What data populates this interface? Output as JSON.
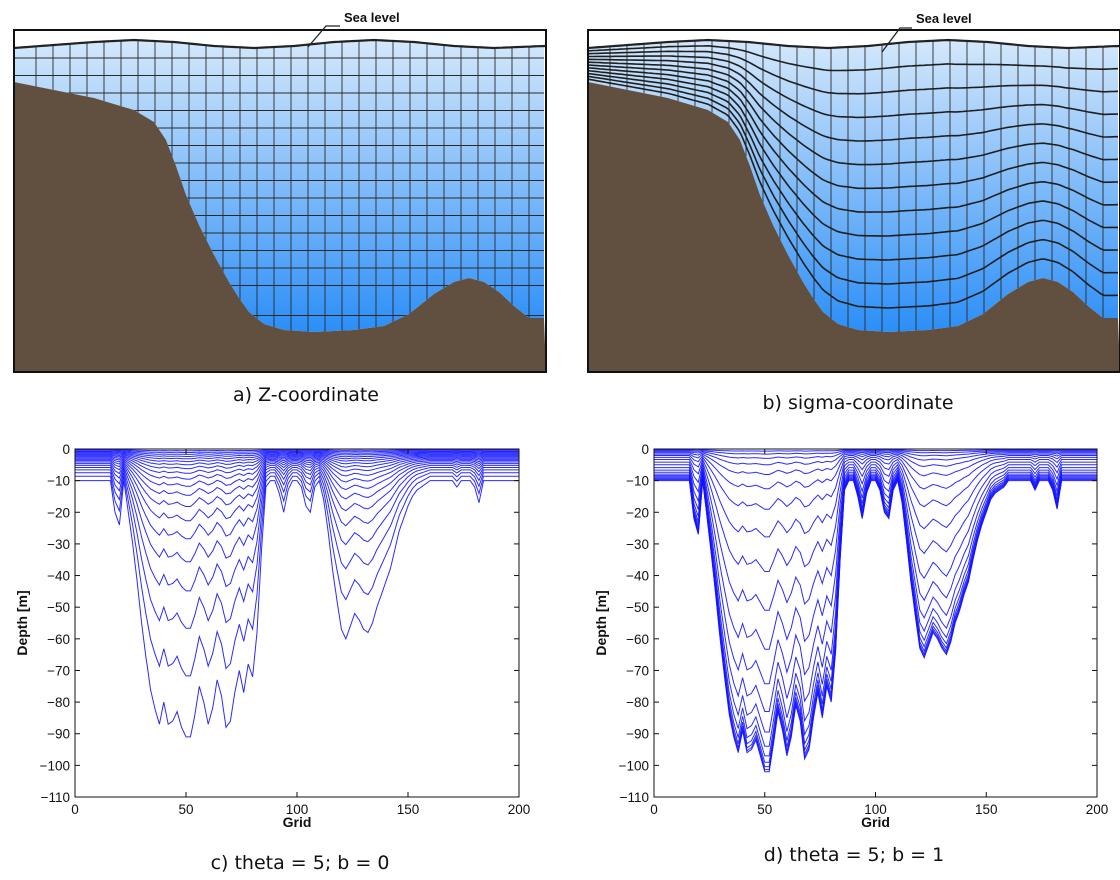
{
  "panels": {
    "a": {
      "caption": "a) Z-coordinate",
      "sea_label": "Sea level",
      "colors": {
        "ocean_top": "#d4e8fb",
        "ocean_bottom": "#2b8ef7",
        "seabed": "#61503f",
        "grid": "#2a2a2a"
      }
    },
    "b": {
      "caption": "b) sigma-coordinate",
      "sea_label": "Sea level",
      "colors": {
        "ocean_top": "#d4e8fb",
        "ocean_bottom": "#2b8ef7",
        "seabed": "#61503f",
        "grid": "#2a2a2a"
      }
    },
    "c": {
      "caption": "c) theta = 5; b = 0"
    },
    "d": {
      "caption": "d) theta = 5; b = 1"
    }
  },
  "chart_data": [
    {
      "type": "line",
      "panel": "c",
      "title": "",
      "xlabel": "Grid",
      "ylabel": "Depth [m]",
      "xlim": [
        0,
        200
      ],
      "ylim": [
        -110,
        0
      ],
      "xticks": [
        0,
        50,
        100,
        150,
        200
      ],
      "yticks": [
        0,
        -10,
        -20,
        -30,
        -40,
        -50,
        -60,
        -70,
        -80,
        -90,
        -100,
        -110
      ],
      "theta": 5,
      "b": 0,
      "n_levels": 20,
      "line_color": "#1414ff",
      "bathymetry": {
        "x": [
          0,
          16,
          18,
          20,
          22,
          24,
          26,
          28,
          30,
          32,
          34,
          36,
          38,
          40,
          42,
          44,
          46,
          48,
          50,
          52,
          54,
          56,
          58,
          60,
          62,
          64,
          66,
          68,
          70,
          72,
          74,
          76,
          78,
          80,
          82,
          84,
          86,
          88,
          90,
          92,
          94,
          96,
          98,
          100,
          102,
          104,
          106,
          108,
          110,
          112,
          114,
          116,
          118,
          120,
          122,
          124,
          126,
          128,
          130,
          132,
          134,
          136,
          138,
          140,
          142,
          144,
          146,
          148,
          150,
          152,
          154,
          156,
          158,
          160,
          162,
          164,
          166,
          168,
          170,
          172,
          174,
          176,
          178,
          180,
          182,
          184,
          200
        ],
        "depth": [
          -10,
          -10,
          -20,
          -24,
          -10,
          -20,
          -30,
          -42,
          -55,
          -66,
          -76,
          -82,
          -87,
          -80,
          -87,
          -86,
          -83,
          -88,
          -91,
          -91,
          -84,
          -75,
          -80,
          -87,
          -82,
          -73,
          -78,
          -88,
          -86,
          -77,
          -70,
          -77,
          -68,
          -72,
          -58,
          -32,
          -12,
          -10,
          -10,
          -14,
          -20,
          -13,
          -10,
          -10,
          -12,
          -18,
          -20,
          -12,
          -10,
          -16,
          -26,
          -38,
          -48,
          -57,
          -60,
          -56,
          -52,
          -54,
          -57,
          -58,
          -55,
          -50,
          -46,
          -42,
          -38,
          -32,
          -26,
          -22,
          -18,
          -15,
          -13,
          -12,
          -11,
          -10,
          -10,
          -10,
          -10,
          -10,
          -10,
          -12,
          -10,
          -10,
          -10,
          -12,
          -17,
          -10,
          -10
        ]
      }
    },
    {
      "type": "line",
      "panel": "d",
      "title": "",
      "xlabel": "Grid",
      "ylabel": "Depth [m]",
      "xlim": [
        0,
        200
      ],
      "ylim": [
        -110,
        0
      ],
      "xticks": [
        0,
        50,
        100,
        150,
        200
      ],
      "yticks": [
        0,
        -10,
        -20,
        -30,
        -40,
        -50,
        -60,
        -70,
        -80,
        -90,
        -100,
        -110
      ],
      "theta": 5,
      "b": 1,
      "n_levels": 20,
      "line_color": "#1414ff",
      "bathymetry": {
        "x": [
          0,
          16,
          18,
          20,
          22,
          24,
          26,
          28,
          30,
          32,
          34,
          36,
          38,
          40,
          42,
          44,
          46,
          48,
          50,
          52,
          54,
          56,
          58,
          60,
          62,
          64,
          66,
          68,
          70,
          72,
          74,
          76,
          78,
          80,
          82,
          84,
          86,
          88,
          90,
          92,
          94,
          96,
          98,
          100,
          102,
          104,
          106,
          108,
          110,
          112,
          114,
          116,
          118,
          120,
          122,
          124,
          126,
          128,
          130,
          132,
          134,
          136,
          138,
          140,
          142,
          144,
          146,
          148,
          150,
          152,
          154,
          156,
          158,
          160,
          162,
          164,
          166,
          168,
          170,
          172,
          174,
          176,
          178,
          180,
          182,
          184,
          200
        ],
        "depth": [
          -10,
          -10,
          -22,
          -27,
          -10,
          -22,
          -34,
          -47,
          -61,
          -73,
          -84,
          -91,
          -96,
          -89,
          -96,
          -95,
          -92,
          -97,
          -102,
          -102,
          -93,
          -83,
          -89,
          -97,
          -91,
          -81,
          -86,
          -98,
          -95,
          -85,
          -77,
          -85,
          -75,
          -80,
          -64,
          -35,
          -13,
          -10,
          -10,
          -15,
          -22,
          -14,
          -10,
          -10,
          -13,
          -20,
          -22,
          -13,
          -10,
          -17,
          -29,
          -42,
          -53,
          -63,
          -66,
          -62,
          -58,
          -60,
          -63,
          -65,
          -61,
          -55,
          -51,
          -46,
          -42,
          -35,
          -29,
          -24,
          -20,
          -16,
          -14,
          -13,
          -12,
          -10,
          -10,
          -10,
          -10,
          -10,
          -10,
          -13,
          -10,
          -10,
          -10,
          -13,
          -19,
          -10,
          -10
        ]
      }
    }
  ]
}
